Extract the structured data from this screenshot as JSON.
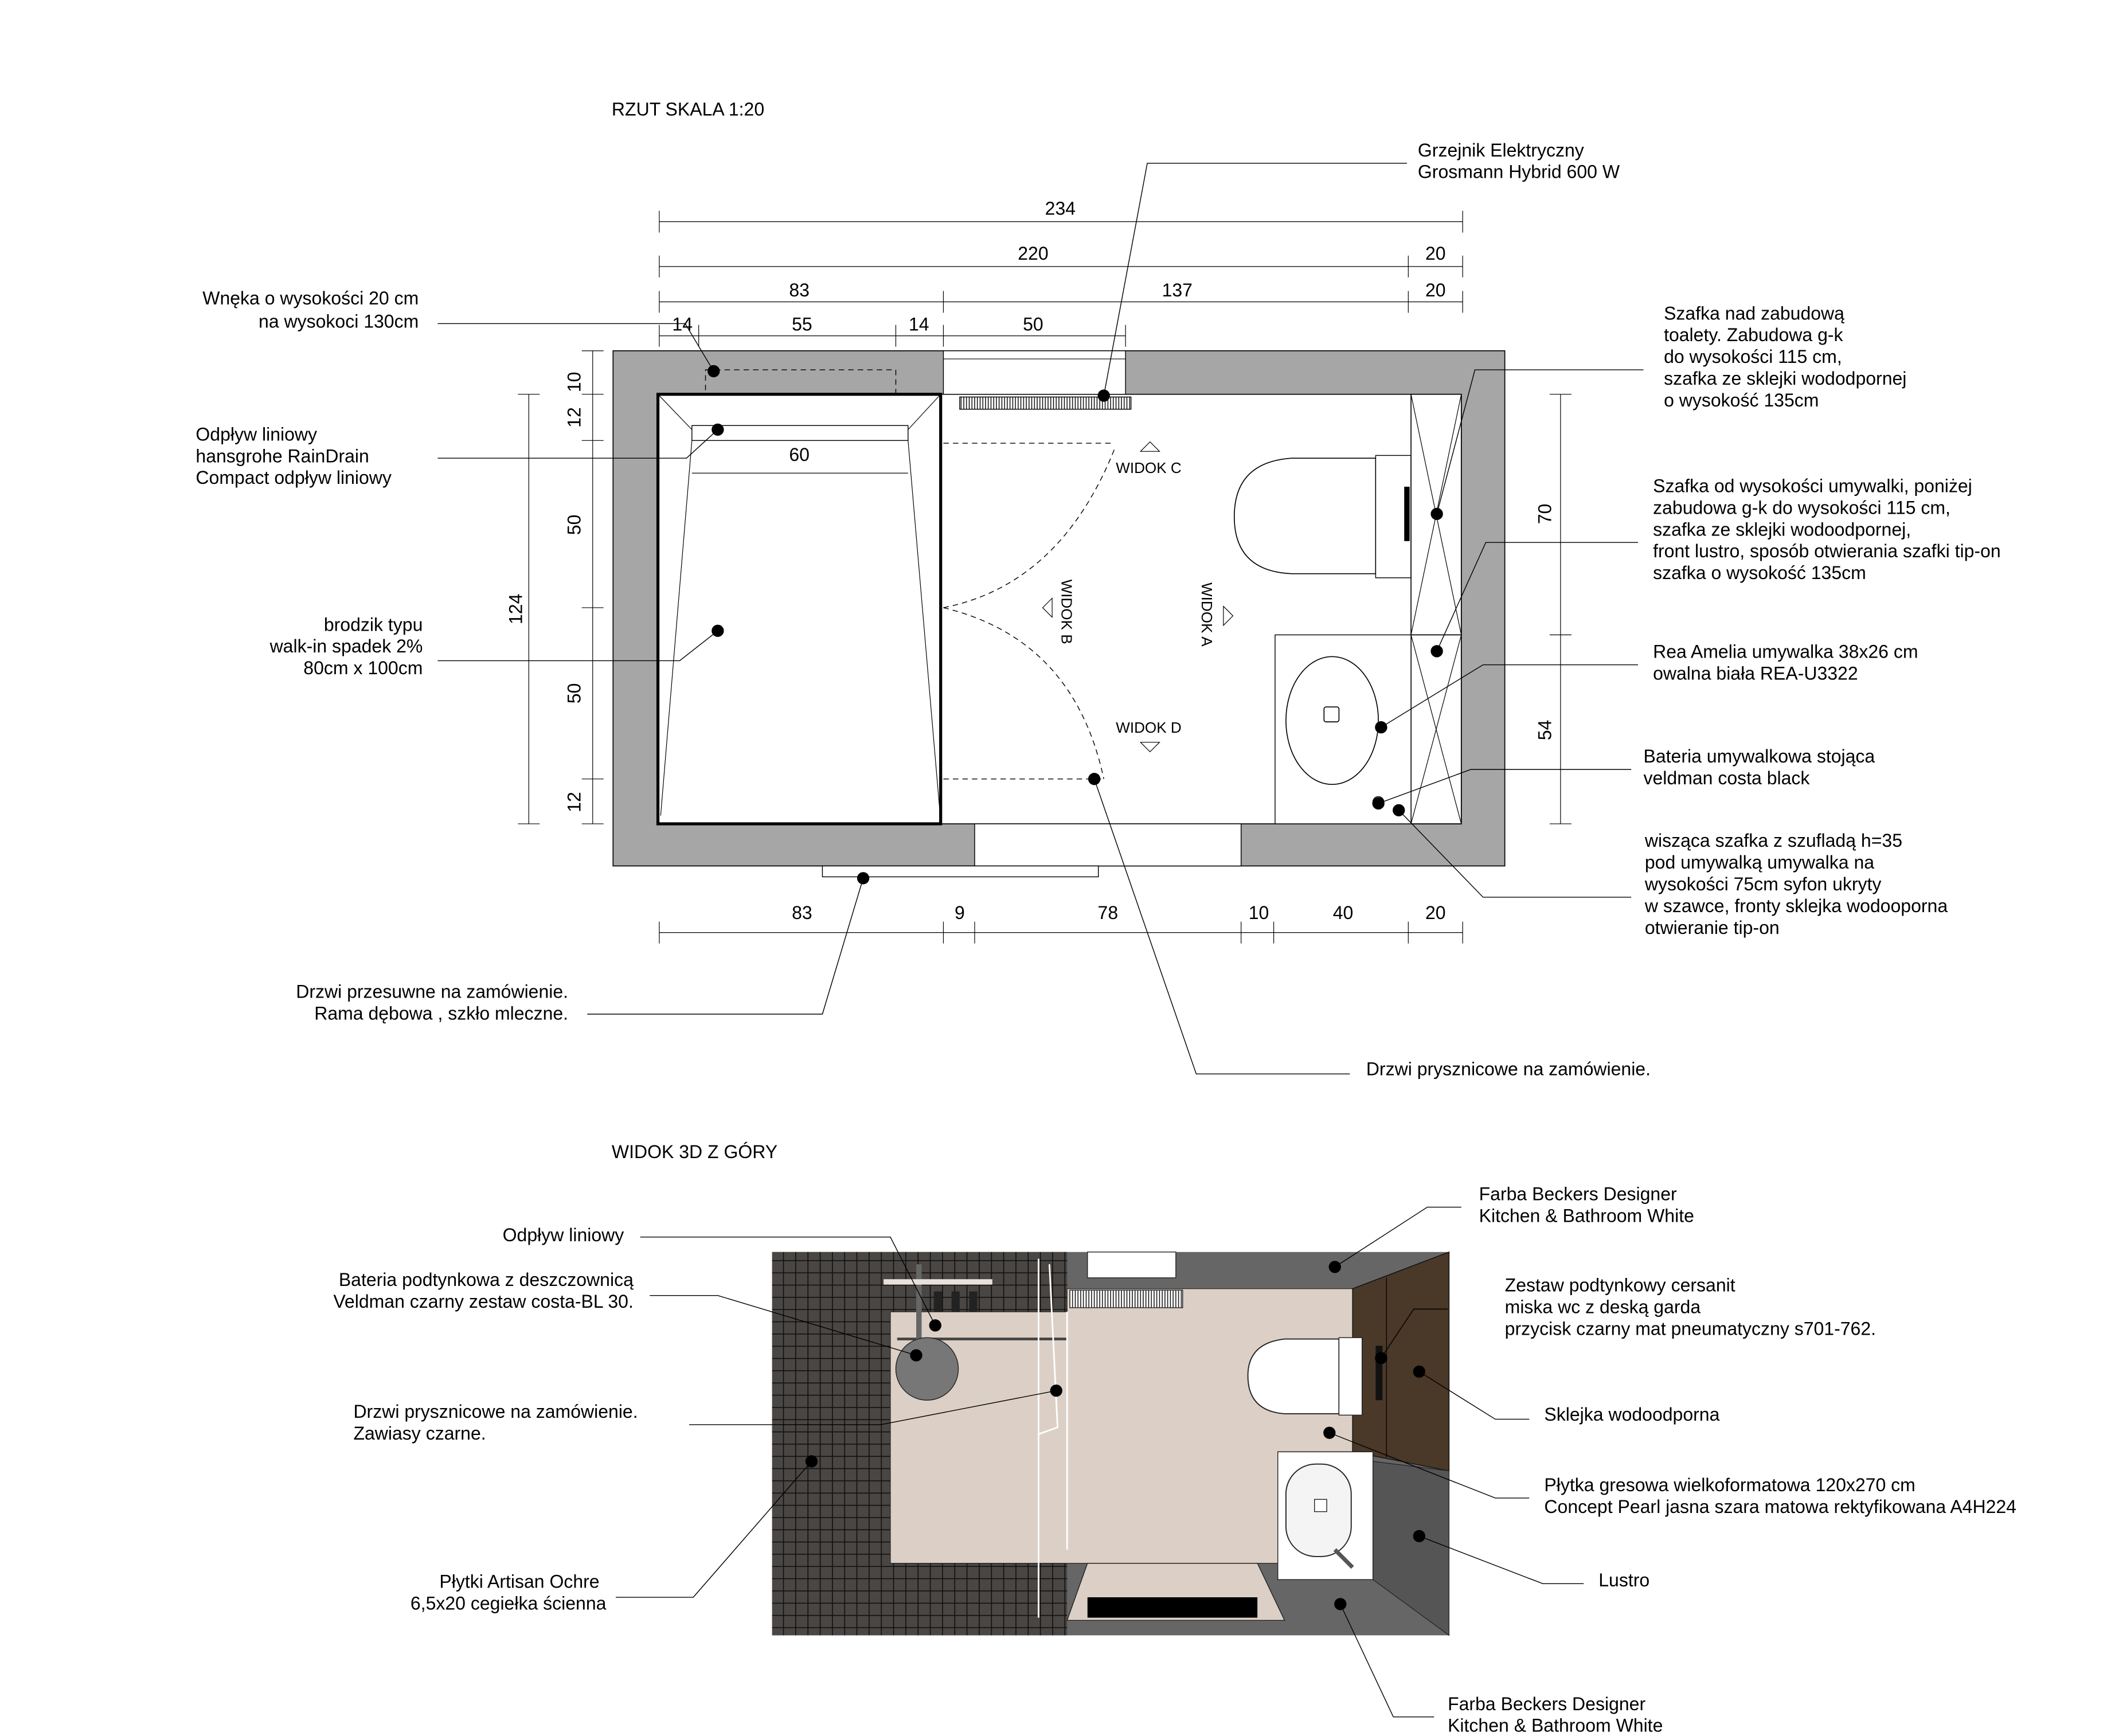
{
  "plan": {
    "title": "RZUT SKALA 1:20",
    "dims_top": {
      "total": "234",
      "row2": [
        "220",
        "20"
      ],
      "row3": [
        "83",
        "137",
        "20"
      ],
      "row4": [
        "14",
        "55",
        "14",
        "50"
      ]
    },
    "dims_bottom": [
      "83",
      "9",
      "78",
      "10",
      "40",
      "20"
    ],
    "dims_left": [
      "10",
      "12",
      "50",
      "50",
      "12"
    ],
    "dims_left_total": "124",
    "dims_right": [
      "70",
      "54"
    ],
    "drain_width": "60",
    "views": {
      "a": "WIDOK A",
      "b": "WIDOK B",
      "c": "WIDOK C",
      "d": "WIDOK D"
    },
    "labels": {
      "radiator": [
        "Grzejnik Elektryczny",
        "Grosmann Hybrid 600 W"
      ],
      "niche": [
        "Wnęka o wysokości 20 cm",
        "na wysokoci 130cm"
      ],
      "drain": [
        "Odpływ liniowy",
        "hansgrohe RainDrain",
        "Compact odpływ liniowy"
      ],
      "tray": [
        "brodzik typu",
        "walk-in spadek 2%",
        "80cm x 100cm"
      ],
      "cabinet_top": [
        "Szafka nad zabudową",
        "toalety. Zabudowa g-k",
        "do wysokości 115 cm,",
        "szafka  ze sklejki wododpornej",
        "o wysokość 135cm"
      ],
      "cabinet_mirror": [
        "Szafka od wysokości umywalki, poniżej",
        "zabudowa g-k do wysokości 115 cm,",
        "szafka  ze sklejki wodoodpornej,",
        "front lustro, sposób otwierania szafki tip-on",
        "szafka o wysokość 135cm"
      ],
      "sink": [
        "Rea Amelia umywalka 38x26 cm",
        "owalna biała REA-U3322"
      ],
      "faucet": [
        "Bateria umywalkowa stojąca",
        "veldman costa black"
      ],
      "vanity": [
        "wisząca szafka z szufladą h=35",
        "pod umywalką umywalka na",
        "wysokości 75cm syfon ukryty",
        "w szawce, fronty sklejka wodooporna",
        "otwieranie tip-on"
      ],
      "sliding_door": [
        "Drzwi przesuwne  na zamówienie.",
        "Rama dębowa , szkło mleczne."
      ],
      "shower_door": [
        "Drzwi prysznicowe na zamówienie."
      ]
    }
  },
  "view3d": {
    "title": "WIDOK 3D Z GÓRY",
    "labels": {
      "drain": [
        "Odpływ liniowy"
      ],
      "shower_set": [
        "Bateria podtynkowa z deszczownicą",
        "Veldman czarny zestaw  costa-BL  30."
      ],
      "shower_door": [
        "Drzwi prysznicowe na zamówienie.",
        "Zawiasy czarne."
      ],
      "tiles": [
        "Płytki Artisan Ochre",
        "6,5x20 cegiełka ścienna"
      ],
      "paint_top": [
        "Farba Beckers Designer",
        "Kitchen & Bathroom White"
      ],
      "wc": [
        "Zestaw podtynkowy cersanit",
        "miska wc z deską garda",
        "przycisk czarny mat pneumatyczny s701-762."
      ],
      "plywood": [
        "Sklejka wodoodporna"
      ],
      "floor_tile": [
        "Płytka gresowa wielkoformatowa 120x270 cm",
        "Concept Pearl jasna szara matowa rektyfikowana A4H224"
      ],
      "mirror": [
        "Lustro"
      ],
      "paint_bottom": [
        "Farba Beckers Designer",
        "Kitchen & Bathroom White"
      ]
    }
  },
  "colors": {
    "wall": "#a6a6a6",
    "floor3d": "#dcd0c6",
    "tile": "#4a4644",
    "plywood": "#4a3828",
    "paint": "#666666"
  }
}
